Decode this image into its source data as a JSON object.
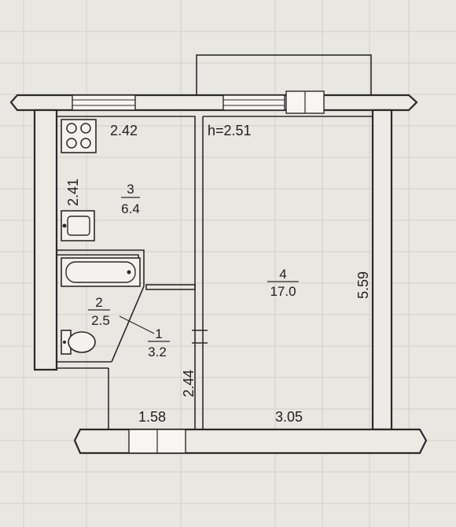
{
  "plan": {
    "ceiling_height": "h=2.51",
    "rooms": [
      {
        "number": "1",
        "area": "3.2"
      },
      {
        "number": "2",
        "area": "2.5"
      },
      {
        "number": "3",
        "area": "6.4"
      },
      {
        "number": "4",
        "area": "17.0"
      }
    ],
    "dimensions": {
      "kitchen_width": "2.42",
      "kitchen_length": "2.41",
      "room_length": "5.59",
      "hall_length": "2.44",
      "hall_width": "1.58",
      "room_width": "3.05"
    }
  },
  "colors": {
    "paper": "#e9e7e2",
    "ink": "#2a2a2a",
    "grid": "#d2cfc8"
  }
}
